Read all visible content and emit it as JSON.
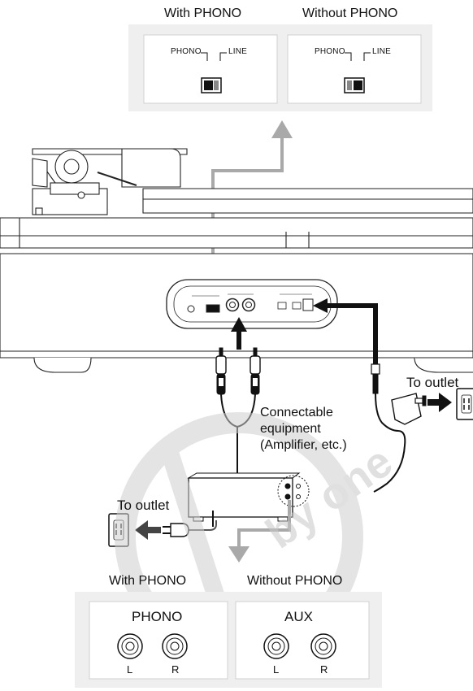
{
  "top_headings": {
    "with_phono": "With PHONO",
    "without_phono": "Without PHONO"
  },
  "switch_labels": {
    "left": {
      "phono": "PHONO",
      "line": "LINE"
    },
    "right": {
      "phono": "PHONO",
      "line": "LINE"
    }
  },
  "connections": {
    "outlet_right": "To outlet",
    "outlet_left": "To outlet",
    "equipment_line1": "Connectable",
    "equipment_line2": "equipment",
    "equipment_line3": "(Amplifier, etc.)"
  },
  "bottom_headings": {
    "with_phono": "With PHONO",
    "without_phono": "Without PHONO"
  },
  "inputs": {
    "left": {
      "label": "PHONO",
      "l": "L",
      "r": "R"
    },
    "right": {
      "label": "AUX",
      "l": "L",
      "r": "R"
    }
  },
  "colors": {
    "panel_gray": "#efefef",
    "line_gray": "#a9a9a9",
    "arrow_black": "#111111",
    "watermark": "#d9d9d9"
  }
}
